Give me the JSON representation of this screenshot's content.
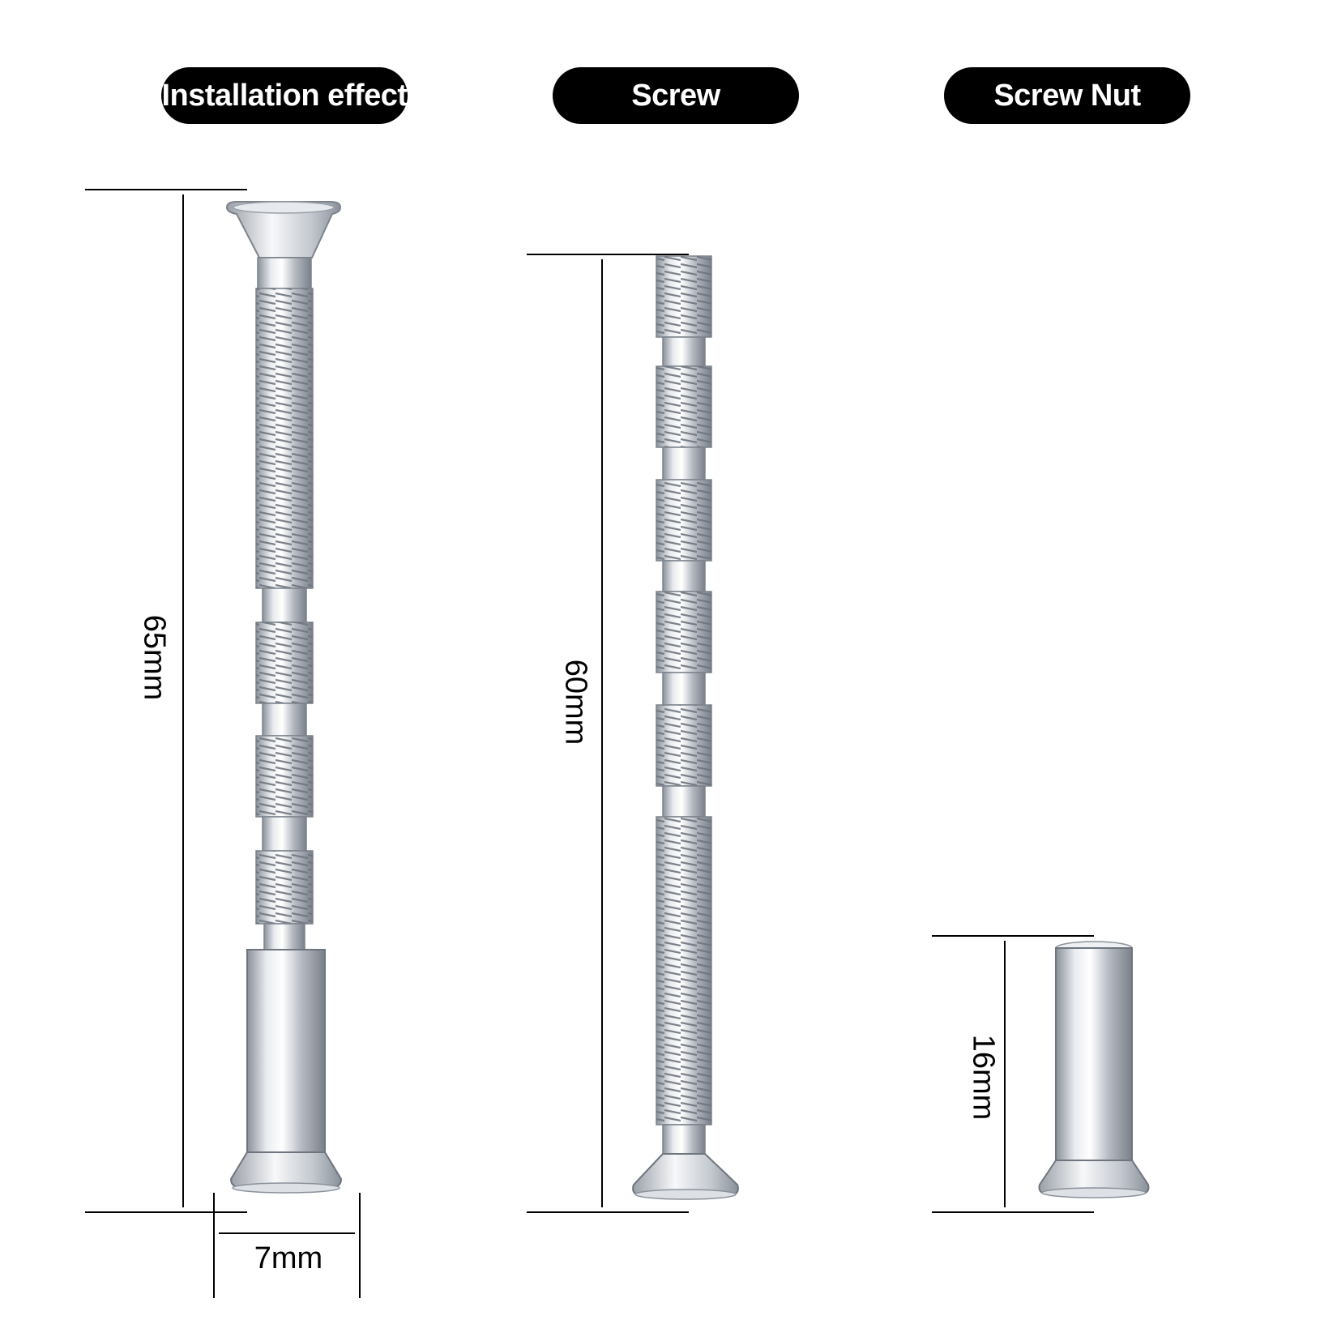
{
  "labels": {
    "installation": "Installation effect",
    "screw": "Screw",
    "nut": "Screw Nut"
  },
  "dimensions": {
    "total_length": "65mm",
    "screw_length": "60mm",
    "nut_length": "16mm",
    "diameter": "7mm"
  },
  "colors": {
    "pill_bg": "#000000",
    "pill_text": "#ffffff",
    "metal_light": "#f2f4f7",
    "metal_mid": "#b9bec6",
    "metal_dark": "#7d838c",
    "dimension_line": "#000000"
  }
}
